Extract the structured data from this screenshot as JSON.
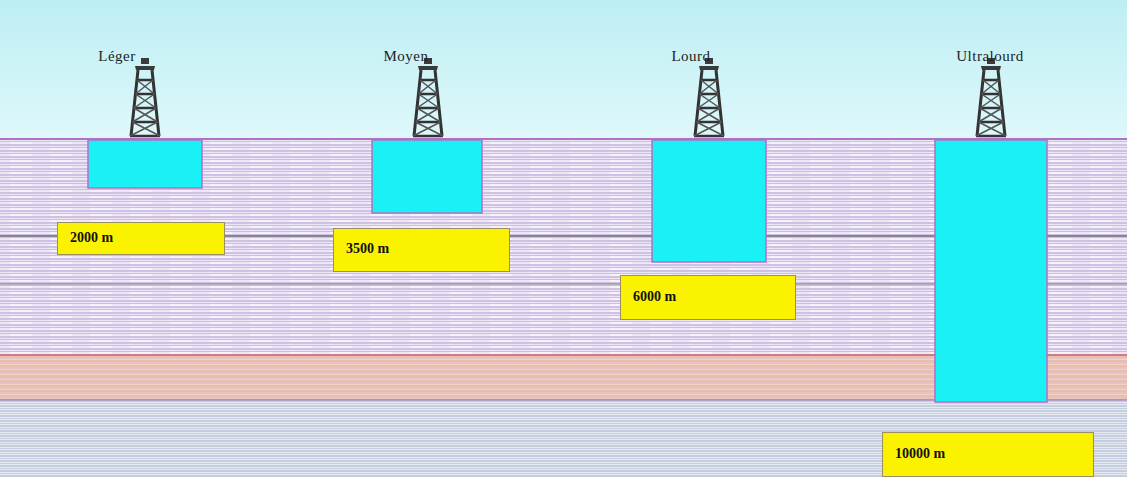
{
  "diagram": {
    "nodes": [
      {
        "text": [
          "2000 m"
        ]
      },
      {
        "text": [
          "3500 m"
        ]
      },
      {
        "text": [
          "6000 m"
        ]
      },
      {
        "text": [
          "10000 m"
        ]
      }
    ],
    "labels": [
      "Léger",
      "Moyen",
      "Lourd",
      "Ultralourd"
    ]
  }
}
